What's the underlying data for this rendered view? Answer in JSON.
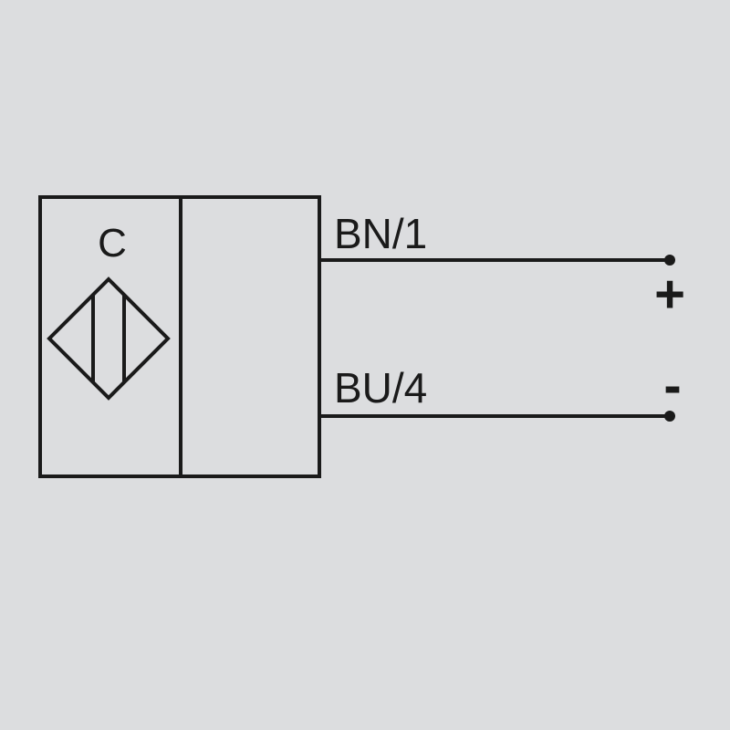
{
  "sensor": {
    "type_letter": "C",
    "symbol_icon": "capacitive-sensor-diamond-icon"
  },
  "wires": [
    {
      "label": "BN/1",
      "polarity": "+"
    },
    {
      "label": "BU/4",
      "polarity": "-"
    }
  ],
  "colors": {
    "background": "#dcdddf",
    "line": "#1a1a1a"
  }
}
